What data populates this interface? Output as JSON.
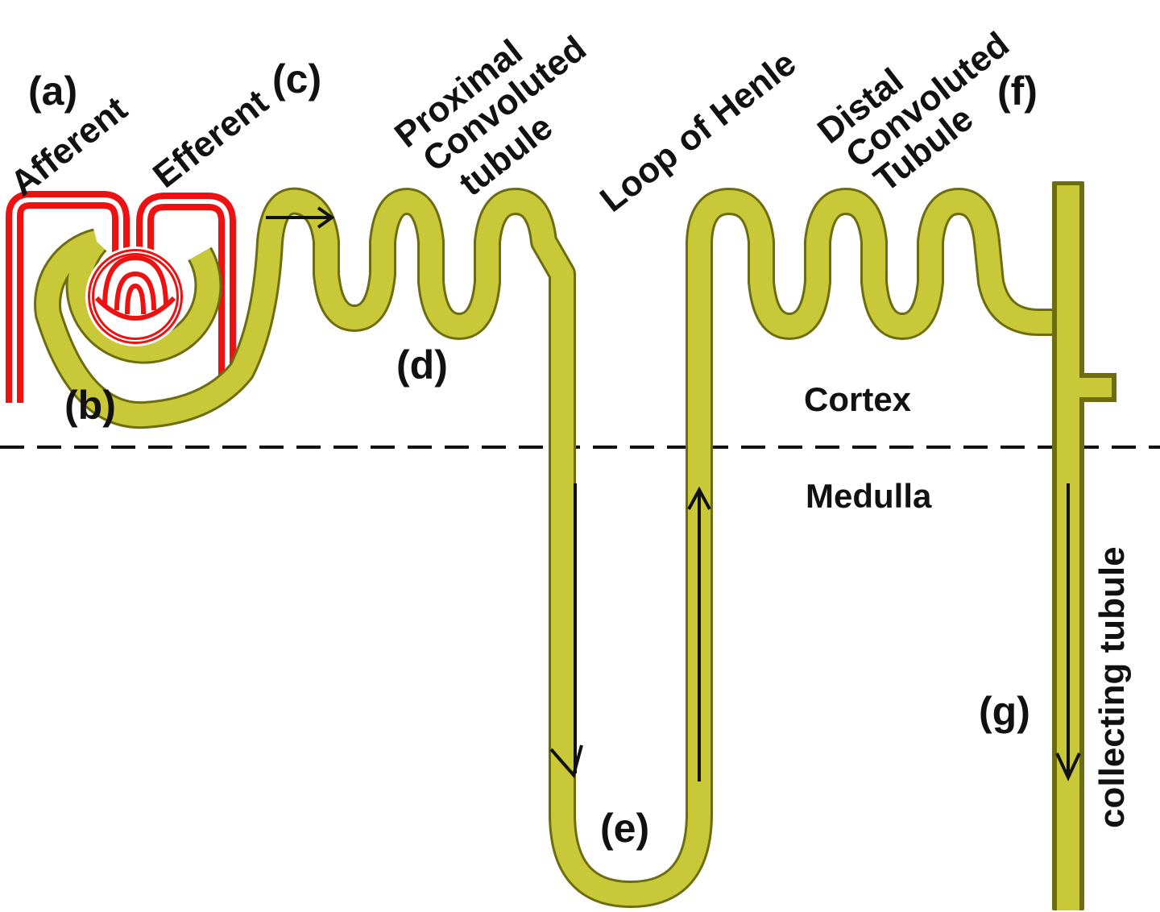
{
  "colors": {
    "tubule_fill": "#c8c838",
    "tubule_outline": "#6d6d10",
    "vessel": "#ee1111",
    "line": "#111111",
    "background": "#ffffff"
  },
  "labels": {
    "a": "(a)",
    "b": "(b)",
    "c": "(c)",
    "d": "(d)",
    "e": "(e)",
    "f": "(f)",
    "g": "(g)",
    "afferent": "Afferent",
    "efferent": "Efferent",
    "proximal_line1": "Proximal",
    "proximal_line2": "Convoluted",
    "proximal_line3": "tubule",
    "loop_of_henle": "Loop of Henle",
    "distal_line1": "Distal",
    "distal_line2": "Convoluted",
    "distal_line3": "Tubule",
    "cortex": "Cortex",
    "medulla": "Medulla",
    "collecting_tubule": "collecting tubule"
  }
}
